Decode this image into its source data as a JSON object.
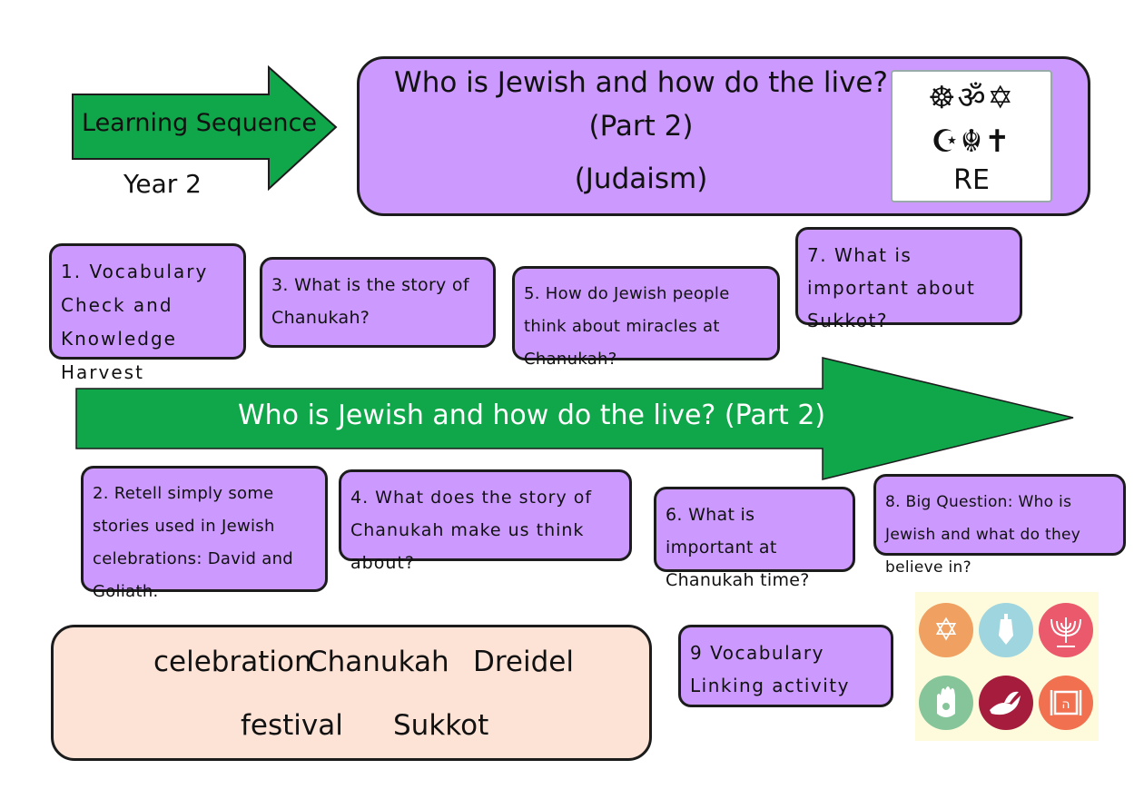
{
  "header": {
    "arrow_label": "Learning Sequence",
    "year": "Year 2"
  },
  "title": {
    "line1": "Who is Jewish and how do the live?",
    "line2": "(Part 2)",
    "line3": "(Judaism)",
    "badge_symbols_top": "☸ॐ✡",
    "badge_symbols_bottom": "☪☬✝",
    "badge_label": "RE"
  },
  "steps": {
    "s1": "1. Vocabulary Check and Knowledge Harvest",
    "s2": "2. Retell simply some stories used in Jewish celebrations: David and Goliath.",
    "s3": "3. What is the story of Chanukah?",
    "s4": "4. What does the story of Chanukah make us think about?",
    "s5": "5. How do Jewish people think about miracles at Chanukah?",
    "s6": "6. What is important at Chanukah time?",
    "s7": "7. What is important about Sukkot?",
    "s8": "8. Big Question: Who is Jewish and what do they believe in?",
    "s9": "9 Vocabulary Linking activity"
  },
  "main_arrow": {
    "label": "Who is Jewish and how do the live? (Part 2)"
  },
  "vocabulary": {
    "w1": "celebration",
    "w2": "Chanukah",
    "w3": "Dreidel",
    "w4": "festival",
    "w5": "Sukkot"
  },
  "icons": [
    "star-of-david-icon",
    "dreidel-icon",
    "menorah-icon",
    "hamsa-icon",
    "dove-icon",
    "scroll-icon"
  ],
  "colors": {
    "green": "#10a64a",
    "purple": "#cc99ff",
    "peach": "#fde3d6"
  }
}
